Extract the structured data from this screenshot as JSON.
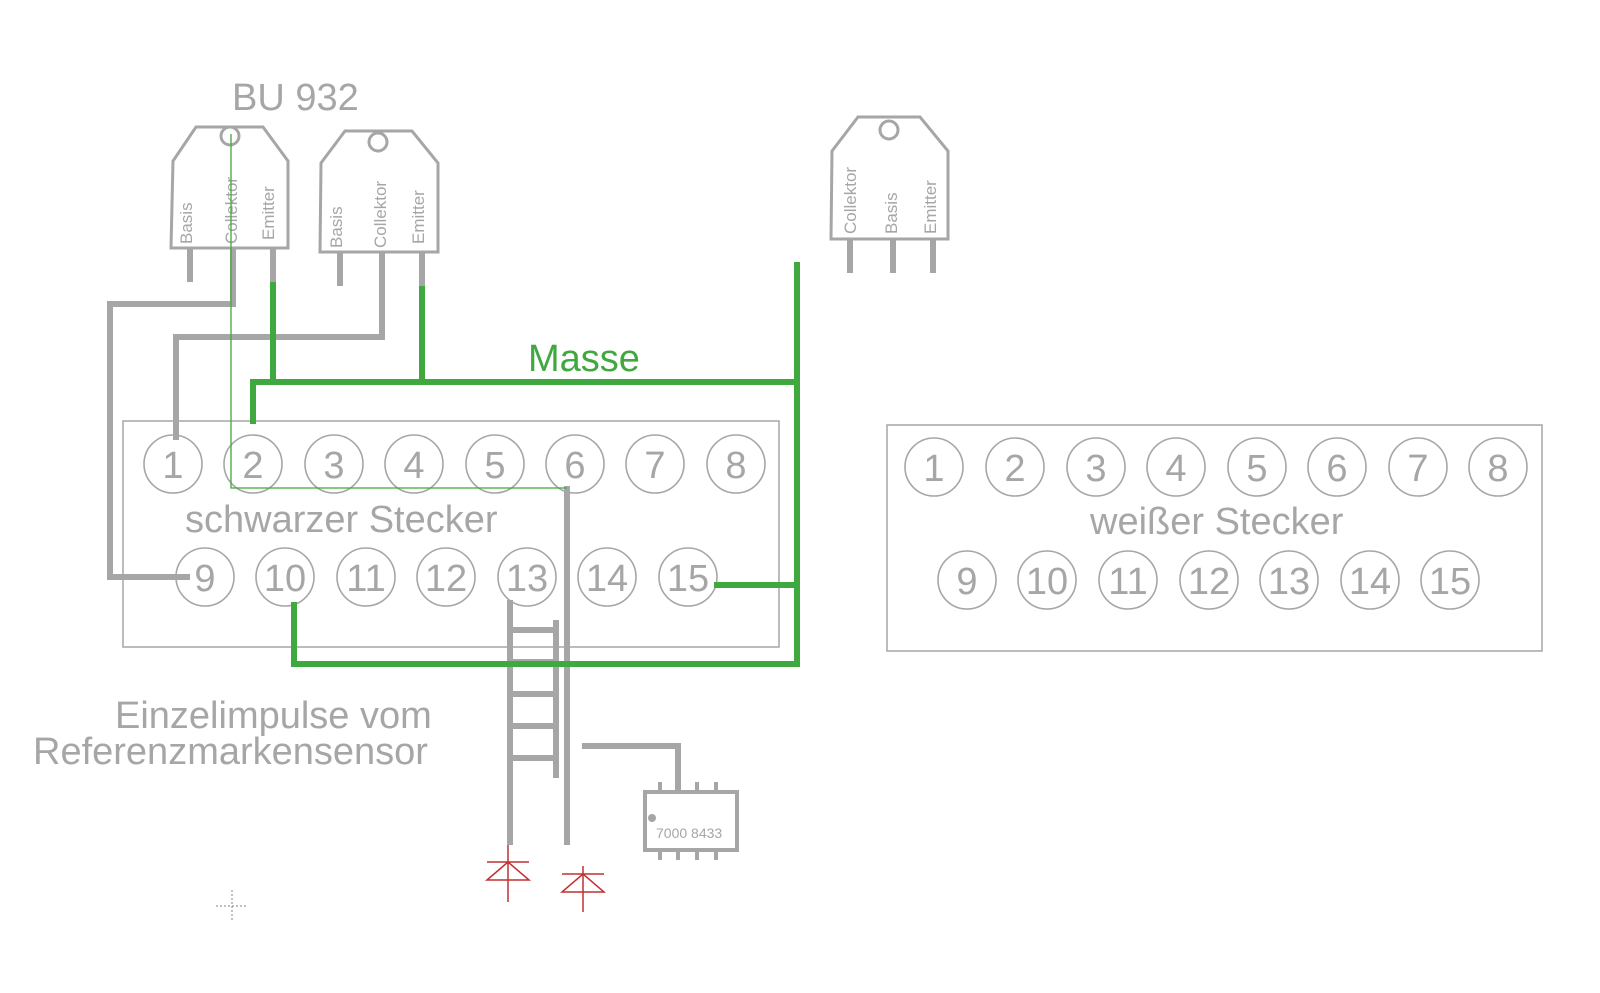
{
  "transistor_label": "BU 932",
  "transistor_pins": [
    "Basis",
    "Collektor",
    "Emitter"
  ],
  "transistor3_pins": [
    "Collektor",
    "Basis",
    "Emitter"
  ],
  "ground_label": "Masse",
  "connector_black": {
    "label": "schwarzer Stecker",
    "top_pins": [
      "1",
      "2",
      "3",
      "4",
      "5",
      "6",
      "7",
      "8"
    ],
    "bottom_pins": [
      "9",
      "10",
      "11",
      "12",
      "13",
      "14",
      "15"
    ]
  },
  "connector_white": {
    "label": "weißer Stecker",
    "top_pins": [
      "1",
      "2",
      "3",
      "4",
      "5",
      "6",
      "7",
      "8"
    ],
    "bottom_pins": [
      "9",
      "10",
      "11",
      "12",
      "13",
      "14",
      "15"
    ]
  },
  "sensor_label_line1": "Einzelimpulse vom",
  "sensor_label_line2": "Referenzmarkensensor",
  "ic_label": "7000 8433",
  "colors": {
    "wire": "#a6a6a6",
    "ground": "#3fa83f",
    "diode": "#c03030"
  }
}
